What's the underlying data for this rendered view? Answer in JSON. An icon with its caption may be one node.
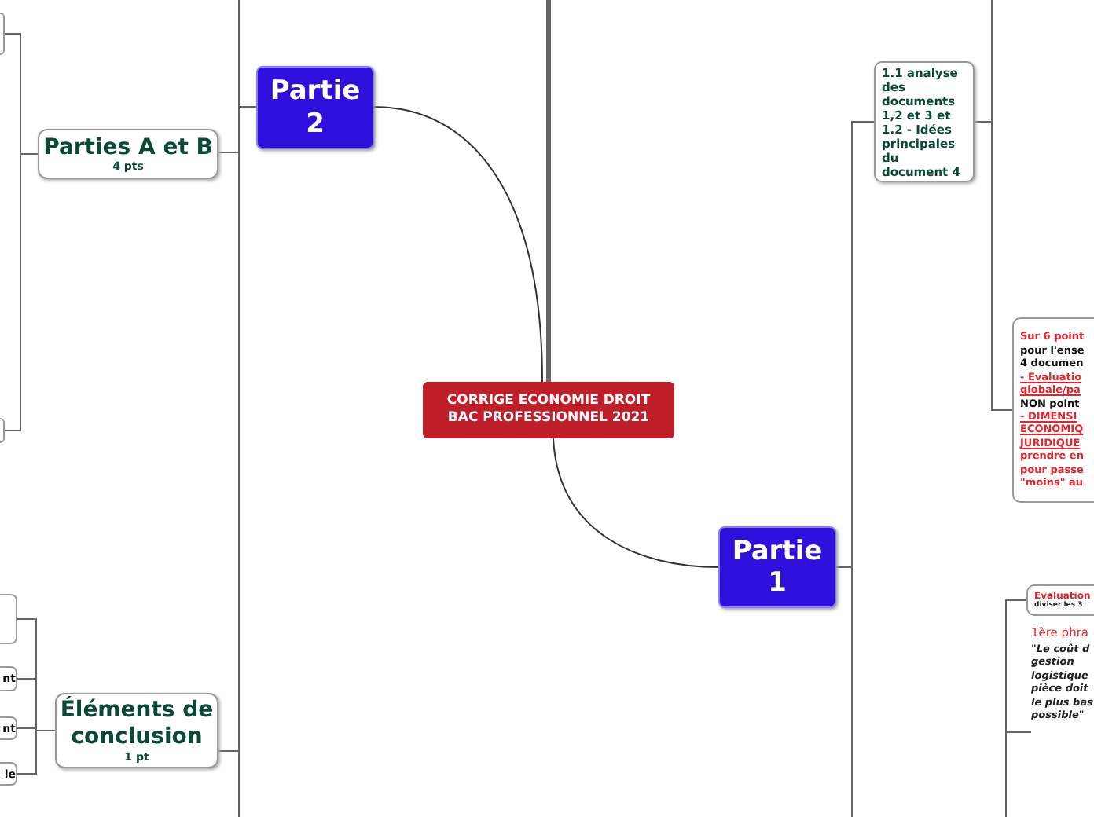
{
  "diagram": {
    "nodes": [
      {
        "text": [
          "CORRIGE ECONOMIE DROIT BAC PROFESSIONNEL 2021"
        ]
      },
      {
        "text": [
          "Partie 2"
        ]
      },
      {
        "text": [
          "Parties A et B",
          "4 pts"
        ]
      },
      {
        "text": [
          "Éléments de conclusion",
          "1 pt"
        ]
      },
      {
        "text": [
          "Partie 1"
        ]
      },
      {
        "text": [
          "1.1 analyse des documents 1,2 et 3  et 1.2 - Idées principales du document 4"
        ]
      },
      {
        "text": [
          "Sur 6 point",
          "pour l'ense",
          "4 documen",
          "- Evaluatio",
          "globale/pa",
          "NON point",
          "- DIMENSI",
          "ECONOMIQ",
          "JURIDIQUE",
          "prendre en",
          "pour passe",
          "\"moins\" au"
        ]
      },
      {
        "text": [
          "Evaluation",
          "diviser les 3"
        ]
      },
      {
        "text": [
          "1ère phra",
          "\"Le coût d gestion logistique pièce doit le plus bas possible\""
        ]
      },
      {
        "text": [],
        "shape": "box"
      },
      {
        "text": [],
        "shape": "box"
      },
      {
        "text": [],
        "shape": "box"
      },
      {
        "text": [
          "nt"
        ]
      },
      {
        "text": [
          "nt"
        ]
      },
      {
        "text": [
          "le"
        ]
      }
    ],
    "edges": [
      {
        "from": 0,
        "to": 1,
        "arrow": "none"
      },
      {
        "from": 0,
        "to": 4,
        "arrow": "none"
      },
      {
        "from": null,
        "to": 0,
        "arrow": "none",
        "style": "thick"
      },
      {
        "from": 1,
        "to": 2,
        "arrow": "none"
      },
      {
        "from": 1,
        "to": 3,
        "arrow": "none"
      },
      {
        "from": 1,
        "to": null,
        "arrow": "none"
      },
      {
        "from": 2,
        "to": 9,
        "arrow": "none"
      },
      {
        "from": 2,
        "to": 10,
        "arrow": "none"
      },
      {
        "from": 3,
        "to": 11,
        "arrow": "none"
      },
      {
        "from": 3,
        "to": 12,
        "arrow": "none"
      },
      {
        "from": 3,
        "to": 13,
        "arrow": "none"
      },
      {
        "from": 3,
        "to": 14,
        "arrow": "none"
      },
      {
        "from": 4,
        "to": 5,
        "arrow": "none"
      },
      {
        "from": 4,
        "to": null,
        "arrow": "none"
      },
      {
        "from": 5,
        "to": 6,
        "arrow": "none"
      },
      {
        "from": 5,
        "to": null,
        "arrow": "none"
      },
      {
        "from": null,
        "to": 7,
        "arrow": "none"
      },
      {
        "from": null,
        "to": 8,
        "arrow": "none"
      }
    ]
  }
}
